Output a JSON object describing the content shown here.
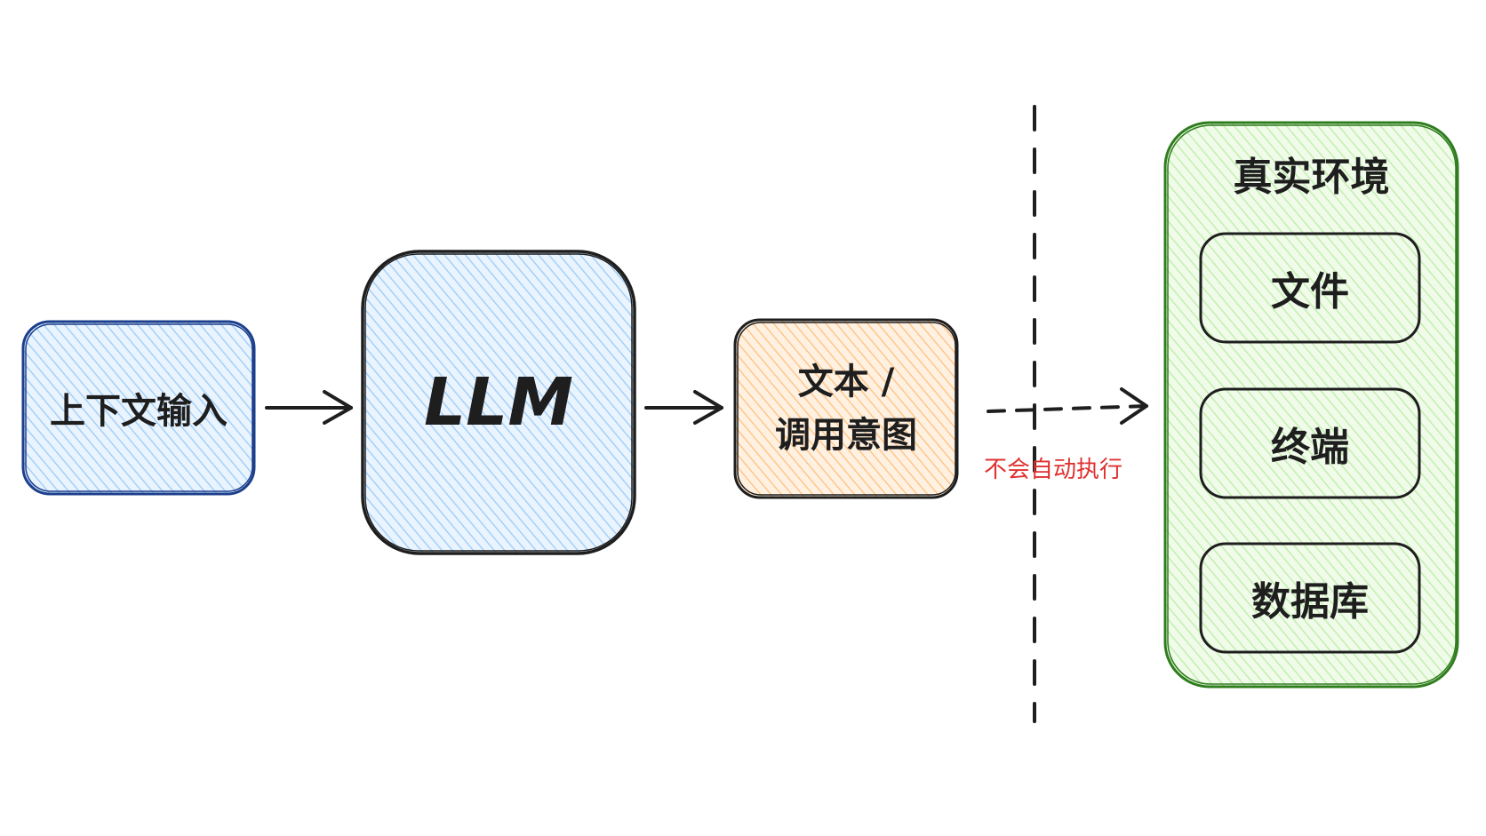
{
  "colors": {
    "stroke": "#1e1e1e",
    "blue_stroke": "#1c3f8c",
    "blue_fill": "#a5d0f7",
    "orange_fill": "#ffc68a",
    "green_stroke": "#2f7d1e",
    "green_fill": "#c3efb0",
    "note_red": "#e03131"
  },
  "nodes": {
    "context_input": {
      "label": "上下文输入"
    },
    "llm": {
      "label": "LLM"
    },
    "text_intent": {
      "label": "文本 /\n调用意图"
    },
    "real_env": {
      "title": "真实环境",
      "items": [
        {
          "label": "文件"
        },
        {
          "label": "终端"
        },
        {
          "label": "数据库"
        }
      ]
    }
  },
  "edges": {
    "not_auto_exec": {
      "label": "不会自动执行"
    }
  }
}
